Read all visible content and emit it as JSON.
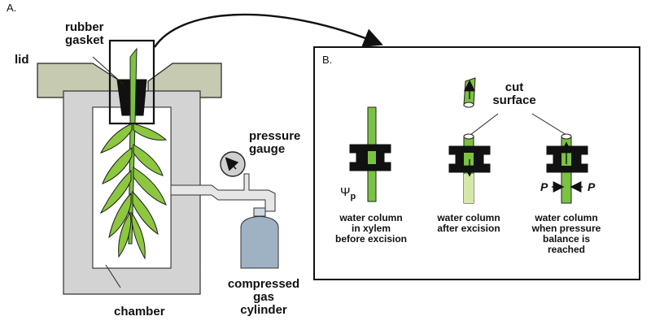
{
  "panels": {
    "a_label": "A.",
    "b_label": "B."
  },
  "apparatus": {
    "rubber_gasket": [
      "rubber",
      "gasket"
    ],
    "lid": "lid",
    "pressure_gauge": [
      "pressure",
      "gauge"
    ],
    "compressed_gas_cylinder": [
      "compressed",
      "gas",
      "cylinder"
    ],
    "chamber": "chamber"
  },
  "detail": {
    "cut_surface": [
      "cut",
      "surface"
    ],
    "psi_symbol": "Ψ",
    "psi_subscript": "p",
    "pressure_symbol": "P",
    "captions": {
      "before": [
        "water column",
        "in xylem",
        "before excision"
      ],
      "after": [
        "water column",
        "after excision"
      ],
      "balance": [
        "water column",
        "when pressure",
        "balance is",
        "reached"
      ]
    }
  },
  "colors": {
    "lid": "#c5cab0",
    "chamber_wall": "#d3d3d3",
    "gasket": "#111111",
    "leaf": "#8dc63f",
    "leaf_vein": "#1a1a1a",
    "stem": "#7cc242",
    "stem_light": "#d6e8a8",
    "cylinder": "#9fb2c4",
    "pipe": "#e6e6e6",
    "gauge": "#cfcfcf"
  }
}
